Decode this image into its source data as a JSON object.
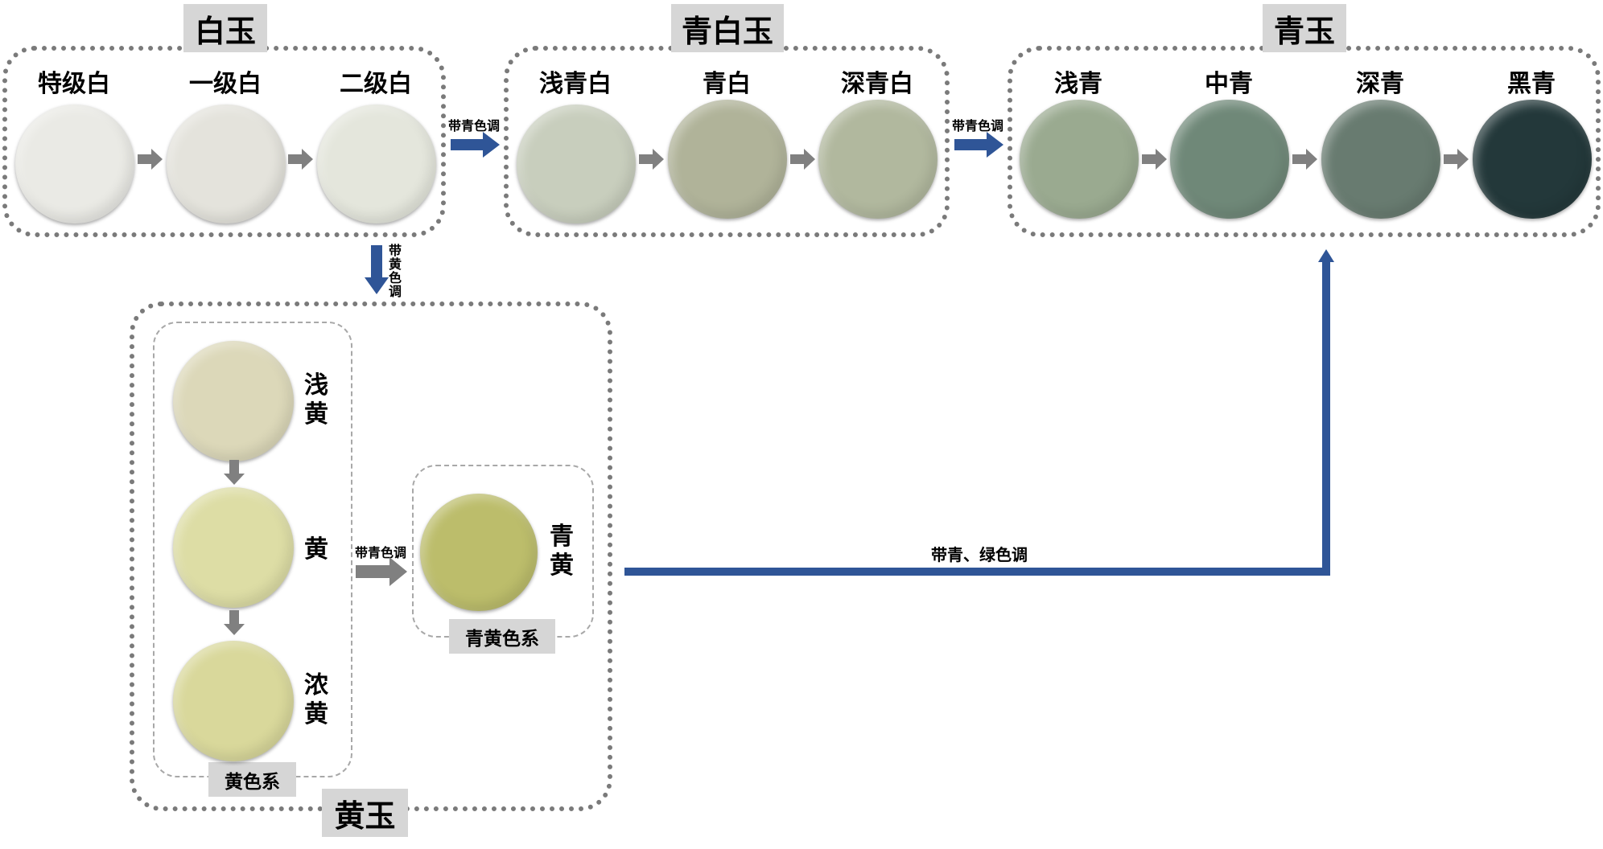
{
  "groups": {
    "white_jade": {
      "title": "白玉",
      "swatches": [
        {
          "label": "特级白",
          "color": "#eaeae5"
        },
        {
          "label": "一级白",
          "color": "#e4e3dc"
        },
        {
          "label": "二级白",
          "color": "#e4e6dc"
        }
      ]
    },
    "celadon_white_jade": {
      "title": "青白玉",
      "swatches": [
        {
          "label": "浅青白",
          "color": "#c8cebd"
        },
        {
          "label": "青白",
          "color": "#b0b399"
        },
        {
          "label": "深青白",
          "color": "#b1b89e"
        }
      ]
    },
    "celadon_jade": {
      "title": "青玉",
      "swatches": [
        {
          "label": "浅青",
          "color": "#9aaa90"
        },
        {
          "label": "中青",
          "color": "#6f8878"
        },
        {
          "label": "深青",
          "color": "#687b70"
        },
        {
          "label": "黑青",
          "color": "#23383a"
        }
      ]
    },
    "yellow_jade": {
      "title": "黄玉",
      "yellow_series": {
        "title": "黄色系",
        "swatches": [
          {
            "label": "浅黄",
            "color": "#dcd8b9"
          },
          {
            "label": "黄",
            "color": "#dddda5"
          },
          {
            "label": "浓黄",
            "color": "#d9d89b"
          }
        ]
      },
      "celadon_yellow_series": {
        "title": "青黄色系",
        "swatches": [
          {
            "label": "青黄",
            "color": "#bcbd6b"
          }
        ]
      }
    }
  },
  "transitions": {
    "white_to_celadon_white": "带青色调",
    "celadon_white_to_celadon": "带青色调",
    "white_to_yellow": "带黄色调",
    "yellow_to_celadon_yellow": "带青色调",
    "yellow_to_celadon": "带青、绿色调"
  },
  "colors": {
    "accent_arrow": "#2f5597",
    "step_arrow": "#808080",
    "group_border": "#7a7a7a",
    "tag_background": "#d6d6d6"
  }
}
